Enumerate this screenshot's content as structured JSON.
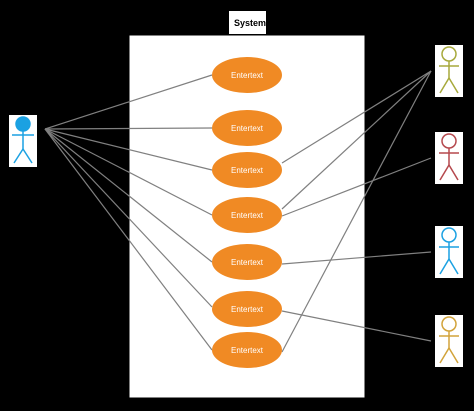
{
  "system": {
    "title": "System"
  },
  "use_cases": [
    {
      "label": "Entertext"
    },
    {
      "label": "Entertext"
    },
    {
      "label": "Entertext"
    },
    {
      "label": "Entertext"
    },
    {
      "label": "Entertext"
    },
    {
      "label": "Entertext"
    },
    {
      "label": "Entertext"
    }
  ],
  "actors": [
    {
      "id": "actor-left",
      "color": "#1ba1e2"
    },
    {
      "id": "actor-right-1",
      "color": "#a7a93b"
    },
    {
      "id": "actor-right-2",
      "color": "#b5484d"
    },
    {
      "id": "actor-right-3",
      "color": "#1ba1e2"
    },
    {
      "id": "actor-right-4",
      "color": "#d2a33a"
    }
  ],
  "colors": {
    "background": "#000000",
    "system_box": "#ffffff",
    "use_case_fill": "#f08a24",
    "connector": "#808080"
  }
}
